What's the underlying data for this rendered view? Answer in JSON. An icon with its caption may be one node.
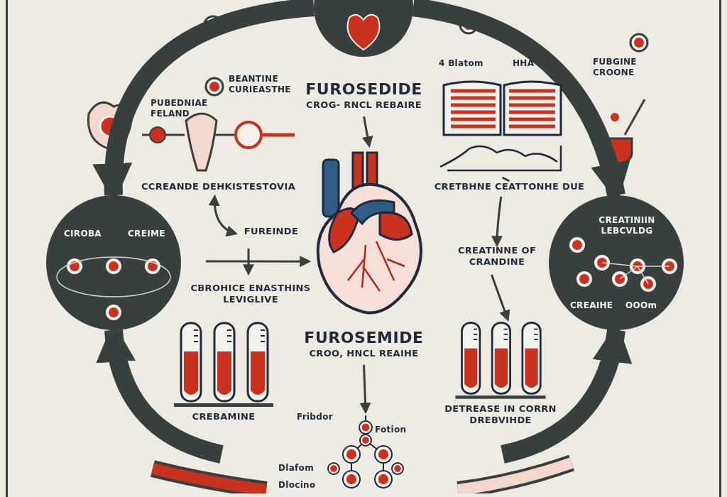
{
  "diagram": {
    "nodes": [
      {
        "text": [],
        "shape": "circle"
      },
      {
        "text": [
          "CIROBA",
          "CREIME"
        ]
      },
      {
        "text": [
          "CREATINIIN LEBCVLDG",
          "CREAIHE",
          "OOOm"
        ]
      },
      {
        "text": [
          "FUROSEDIDE",
          "CROG- RNCL REBAIRE"
        ]
      },
      {
        "text": [],
        "shape": "picture"
      },
      {
        "text": [
          "FUROSEMIDE",
          "CROO, HNCL REAIHE"
        ]
      },
      {
        "text": [],
        "shape": "picture"
      },
      {
        "text": [
          "CRETBHNE CEATTONHE DUE"
        ]
      },
      {
        "text": [
          "CREATINNE OF CRANDINE"
        ]
      },
      {
        "text": [],
        "shape": "picture"
      },
      {
        "text": [
          "DETREASE IN CORRN DREBVIHDE"
        ]
      },
      {
        "text": [
          "CCREANDE DEHKISTESTOVIA"
        ]
      },
      {
        "text": [
          "FUREINDE"
        ]
      },
      {
        "text": [
          "CBROHICE ENASTHINS LEVIGLIVE"
        ]
      },
      {
        "text": [
          "CREBAMINE"
        ]
      },
      {
        "text": [],
        "shape": "picture"
      },
      {
        "text": [],
        "shape": "picture"
      }
    ],
    "edges": [
      {
        "from": 0,
        "to": 1,
        "arrow": "to",
        "style": "thick"
      },
      {
        "from": 0,
        "to": 2,
        "arrow": "to",
        "style": "thick"
      },
      {
        "from": 15,
        "to": 1,
        "arrow": "to",
        "style": "thick"
      },
      {
        "from": 16,
        "to": 2,
        "arrow": "to",
        "style": "thick"
      },
      {
        "from": 3,
        "to": 4,
        "arrow": "to"
      },
      {
        "from": 5,
        "to": 6,
        "arrow": "to"
      },
      {
        "from": 7,
        "to": 8,
        "arrow": "to"
      },
      {
        "from": 8,
        "to": 10,
        "arrow": "to"
      },
      {
        "from": 11,
        "to": 12,
        "arrow": "both"
      },
      {
        "from": null,
        "to": 4,
        "arrow": "to"
      },
      {
        "from": 9,
        "to": 7,
        "arrow": "none"
      }
    ],
    "labels": [
      "BEANTINE CURIEASTHE",
      "PUBEDNIAE FELAND",
      "4 Blatom",
      "HHA",
      "FUBGINE CROONE",
      "Fribdor",
      "Dlafom",
      "Fotion",
      "Dlocino"
    ]
  }
}
